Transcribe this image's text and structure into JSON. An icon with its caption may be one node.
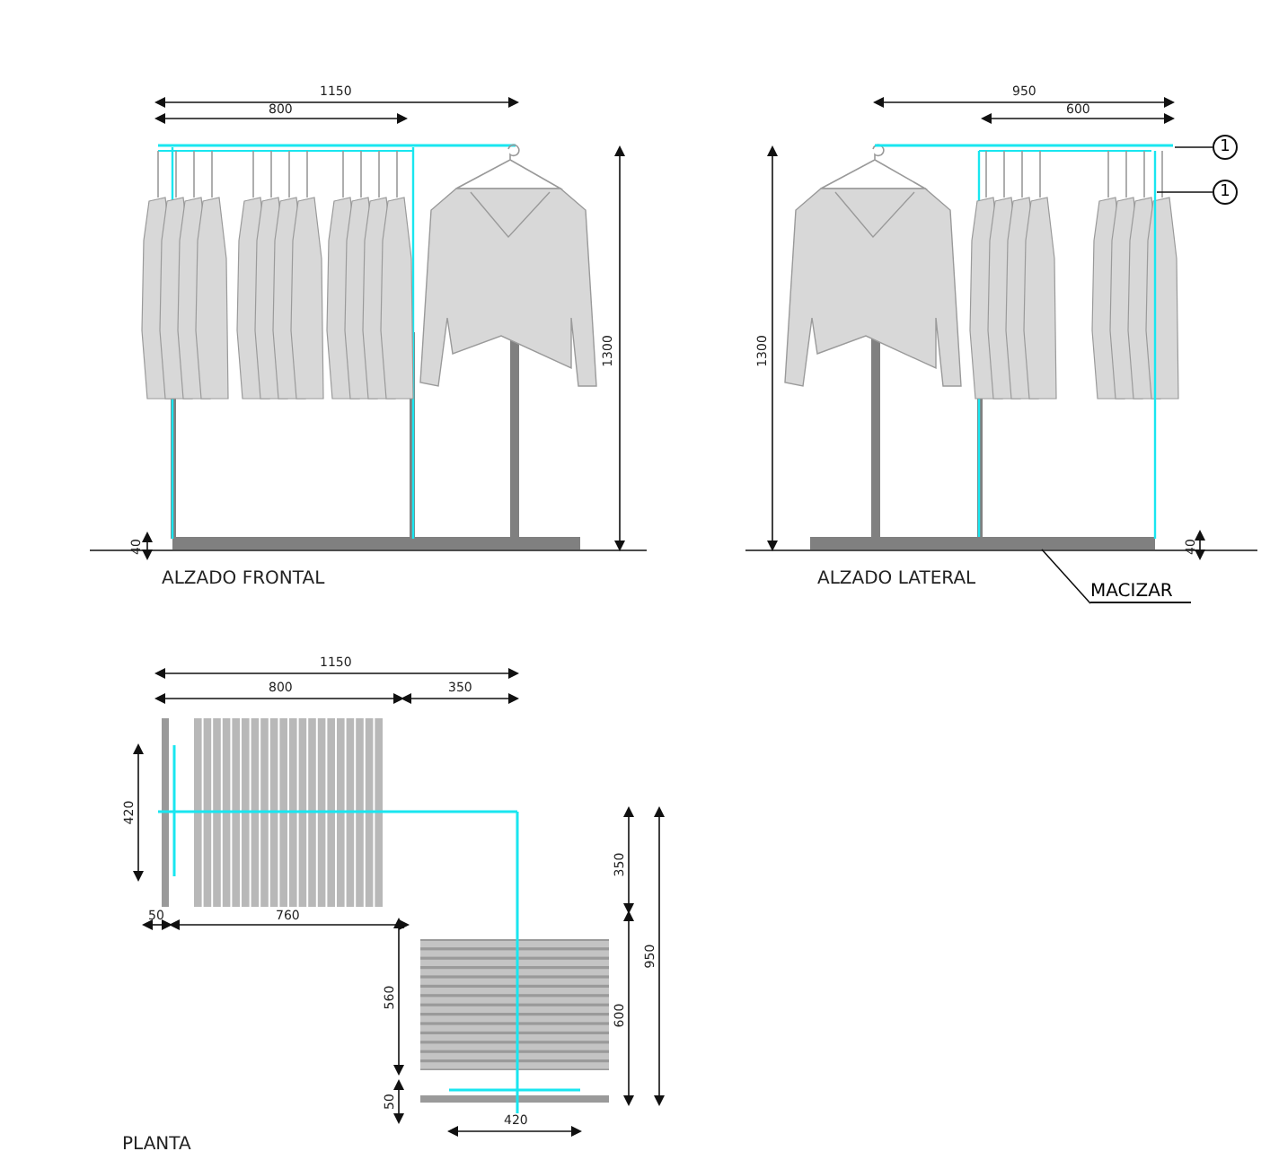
{
  "diagram": {
    "nodes": [
      {
        "text": [
          "1"
        ]
      },
      {
        "text": [
          "1"
        ]
      },
      {
        "text": [
          "MACIZAR"
        ]
      },
      {
        "text": [],
        "shape": "bar"
      },
      {
        "text": [],
        "shape": "bar"
      },
      {
        "text": [],
        "shape": "bar"
      }
    ],
    "edges": [
      {
        "from": 0,
        "to": 3,
        "arrow": "none"
      },
      {
        "from": 1,
        "to": 4,
        "arrow": "none"
      },
      {
        "from": 2,
        "to": 5,
        "arrow": "none"
      }
    ],
    "labels": [
      "1150",
      "800",
      "1300",
      "40",
      "ALZADO FRONTAL",
      "950",
      "600",
      "1300",
      "40",
      "ALZADO LATERAL",
      "1150",
      "800",
      "350",
      "420",
      "50",
      "760",
      "350",
      "560",
      "600",
      "950",
      "50",
      "420",
      "PLANTA"
    ]
  }
}
